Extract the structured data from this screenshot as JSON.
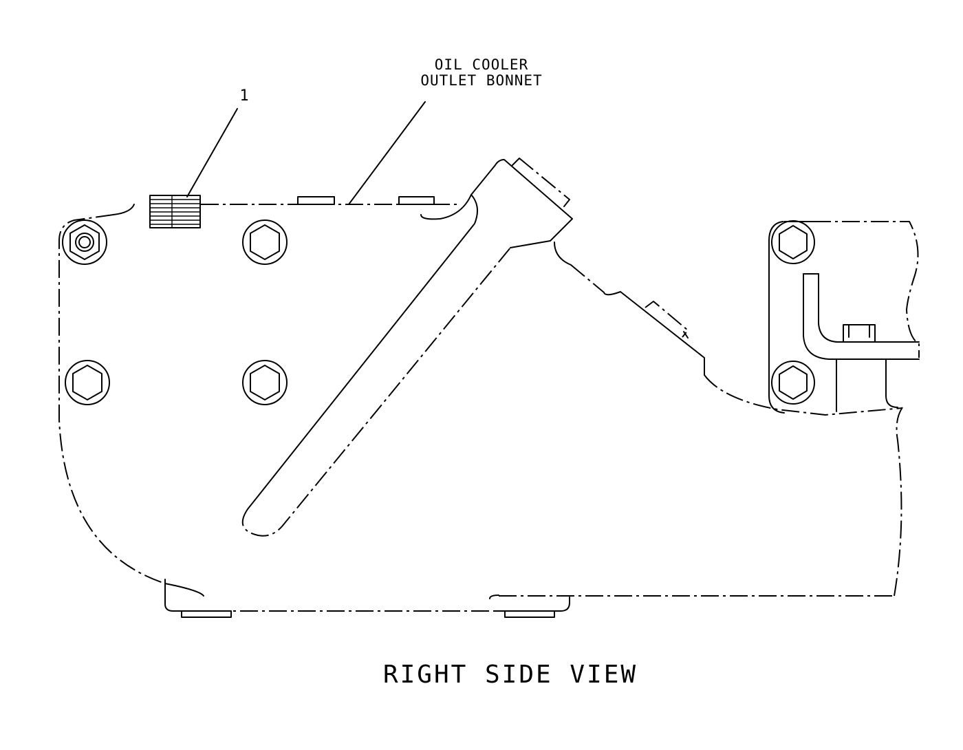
{
  "callouts": {
    "item_number": "1",
    "component_line1": "OIL COOLER",
    "component_line2": "OUTLET BONNET"
  },
  "view_title": "RIGHT SIDE VIEW"
}
